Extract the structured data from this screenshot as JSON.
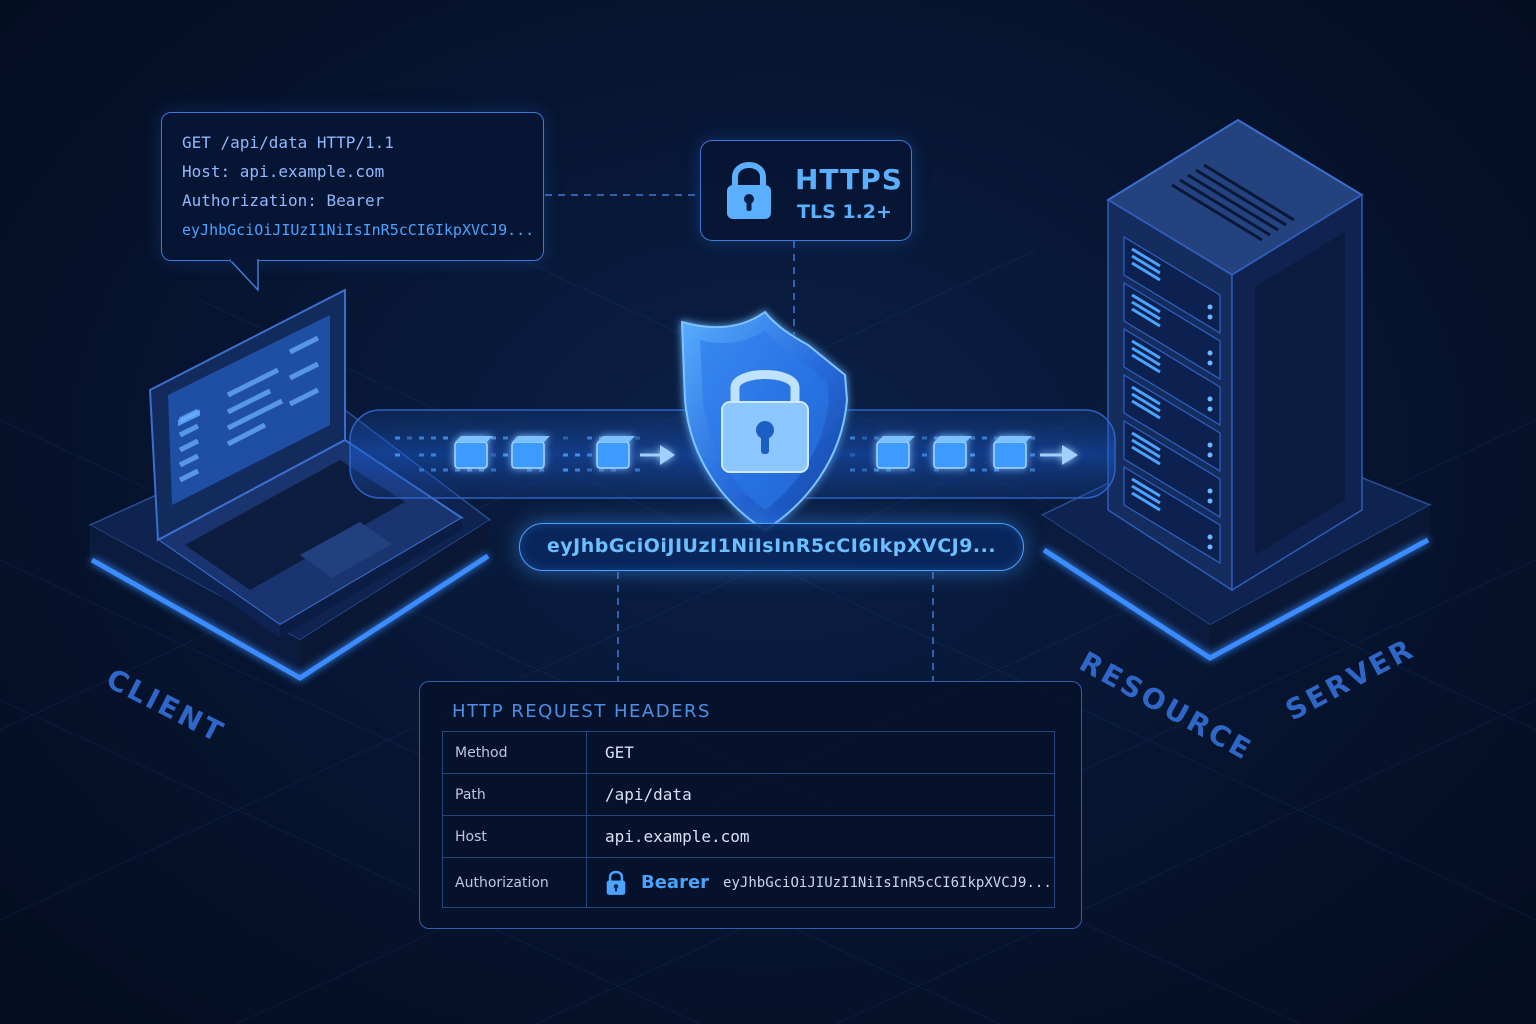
{
  "request_bubble": {
    "lines": [
      "GET /api/data HTTP/1.1",
      "Host: api.example.com",
      "Authorization: Bearer",
      "eyJhbGciOiJIUzI1NiIsInR5cCI6IkpXVCJ9..."
    ]
  },
  "https_badge": {
    "protocol": "HTTPS",
    "tls": "TLS 1.2+",
    "icon": "padlock-icon"
  },
  "token_pill": "eyJhbGciOiJIUzI1NiIsInR5cCI6IkpXVCJ9...",
  "labels": {
    "client": "CLIENT",
    "resource": "RESOURCE",
    "server": "SERVER"
  },
  "headers_panel": {
    "title": "HTTP REQUEST HEADERS",
    "rows": [
      {
        "key": "Method",
        "value": "GET"
      },
      {
        "key": "Path",
        "value": "/api/data"
      },
      {
        "key": "Host",
        "value": "api.example.com"
      }
    ],
    "authorization": {
      "key": "Authorization",
      "scheme": "Bearer",
      "token": "eyJhbGciOiJIUzI1NiIsInR5cCI6IkpXVCJ9..."
    }
  },
  "colors": {
    "background": "#071633",
    "accent": "#4aa3ff",
    "border": "#3f78d6"
  }
}
